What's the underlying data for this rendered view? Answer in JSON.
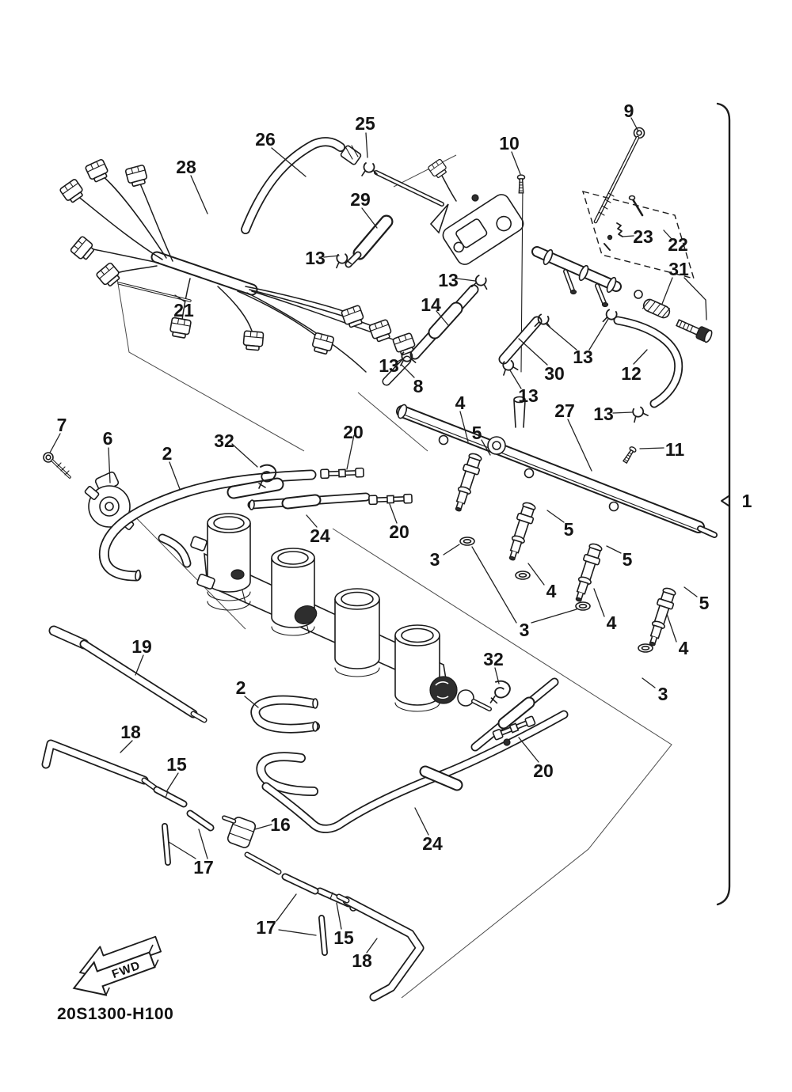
{
  "diagram": {
    "code": "20S1300-H100",
    "fwd_marker": "FWD",
    "colors": {
      "line": "#1c1c1c",
      "background": "#ffffff",
      "dark_fill": "#2e2e2e"
    },
    "callouts": [
      {
        "label": "9"
      },
      {
        "label": "10"
      },
      {
        "label": "25"
      },
      {
        "label": "26"
      },
      {
        "label": "28"
      },
      {
        "label": "29"
      },
      {
        "label": "23"
      },
      {
        "label": "22"
      },
      {
        "label": "31"
      },
      {
        "label": "13"
      },
      {
        "label": "21"
      },
      {
        "label": "13"
      },
      {
        "label": "14"
      },
      {
        "label": "13"
      },
      {
        "label": "8"
      },
      {
        "label": "30"
      },
      {
        "label": "13"
      },
      {
        "label": "12"
      },
      {
        "label": "13"
      },
      {
        "label": "27"
      },
      {
        "label": "13"
      },
      {
        "label": "11"
      },
      {
        "label": "1"
      },
      {
        "label": "7"
      },
      {
        "label": "6"
      },
      {
        "label": "2"
      },
      {
        "label": "32"
      },
      {
        "label": "20"
      },
      {
        "label": "20"
      },
      {
        "label": "24"
      },
      {
        "label": "4"
      },
      {
        "label": "5"
      },
      {
        "label": "3"
      },
      {
        "label": "5"
      },
      {
        "label": "4"
      },
      {
        "label": "3"
      },
      {
        "label": "5"
      },
      {
        "label": "4"
      },
      {
        "label": "3"
      },
      {
        "label": "5"
      },
      {
        "label": "4"
      },
      {
        "label": "20"
      },
      {
        "label": "32"
      },
      {
        "label": "19"
      },
      {
        "label": "2"
      },
      {
        "label": "18"
      },
      {
        "label": "15"
      },
      {
        "label": "16"
      },
      {
        "label": "17"
      },
      {
        "label": "24"
      },
      {
        "label": "17"
      },
      {
        "label": "15"
      },
      {
        "label": "18"
      }
    ]
  }
}
